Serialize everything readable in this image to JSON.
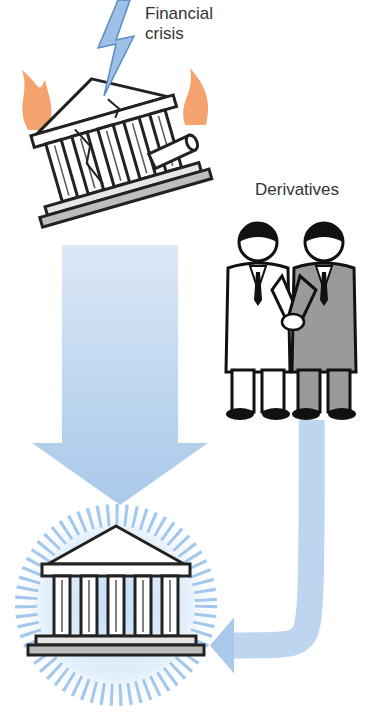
{
  "diagram": {
    "nodes": [
      {
        "text": [
          "Financial crisis"
        ]
      },
      {
        "text": [
          "Derivatives"
        ]
      },
      {
        "text": []
      }
    ],
    "edges": [
      {
        "from": 0,
        "to": 2,
        "arrow": "to"
      },
      {
        "from": 1,
        "to": 2,
        "arrow": "to"
      }
    ]
  }
}
